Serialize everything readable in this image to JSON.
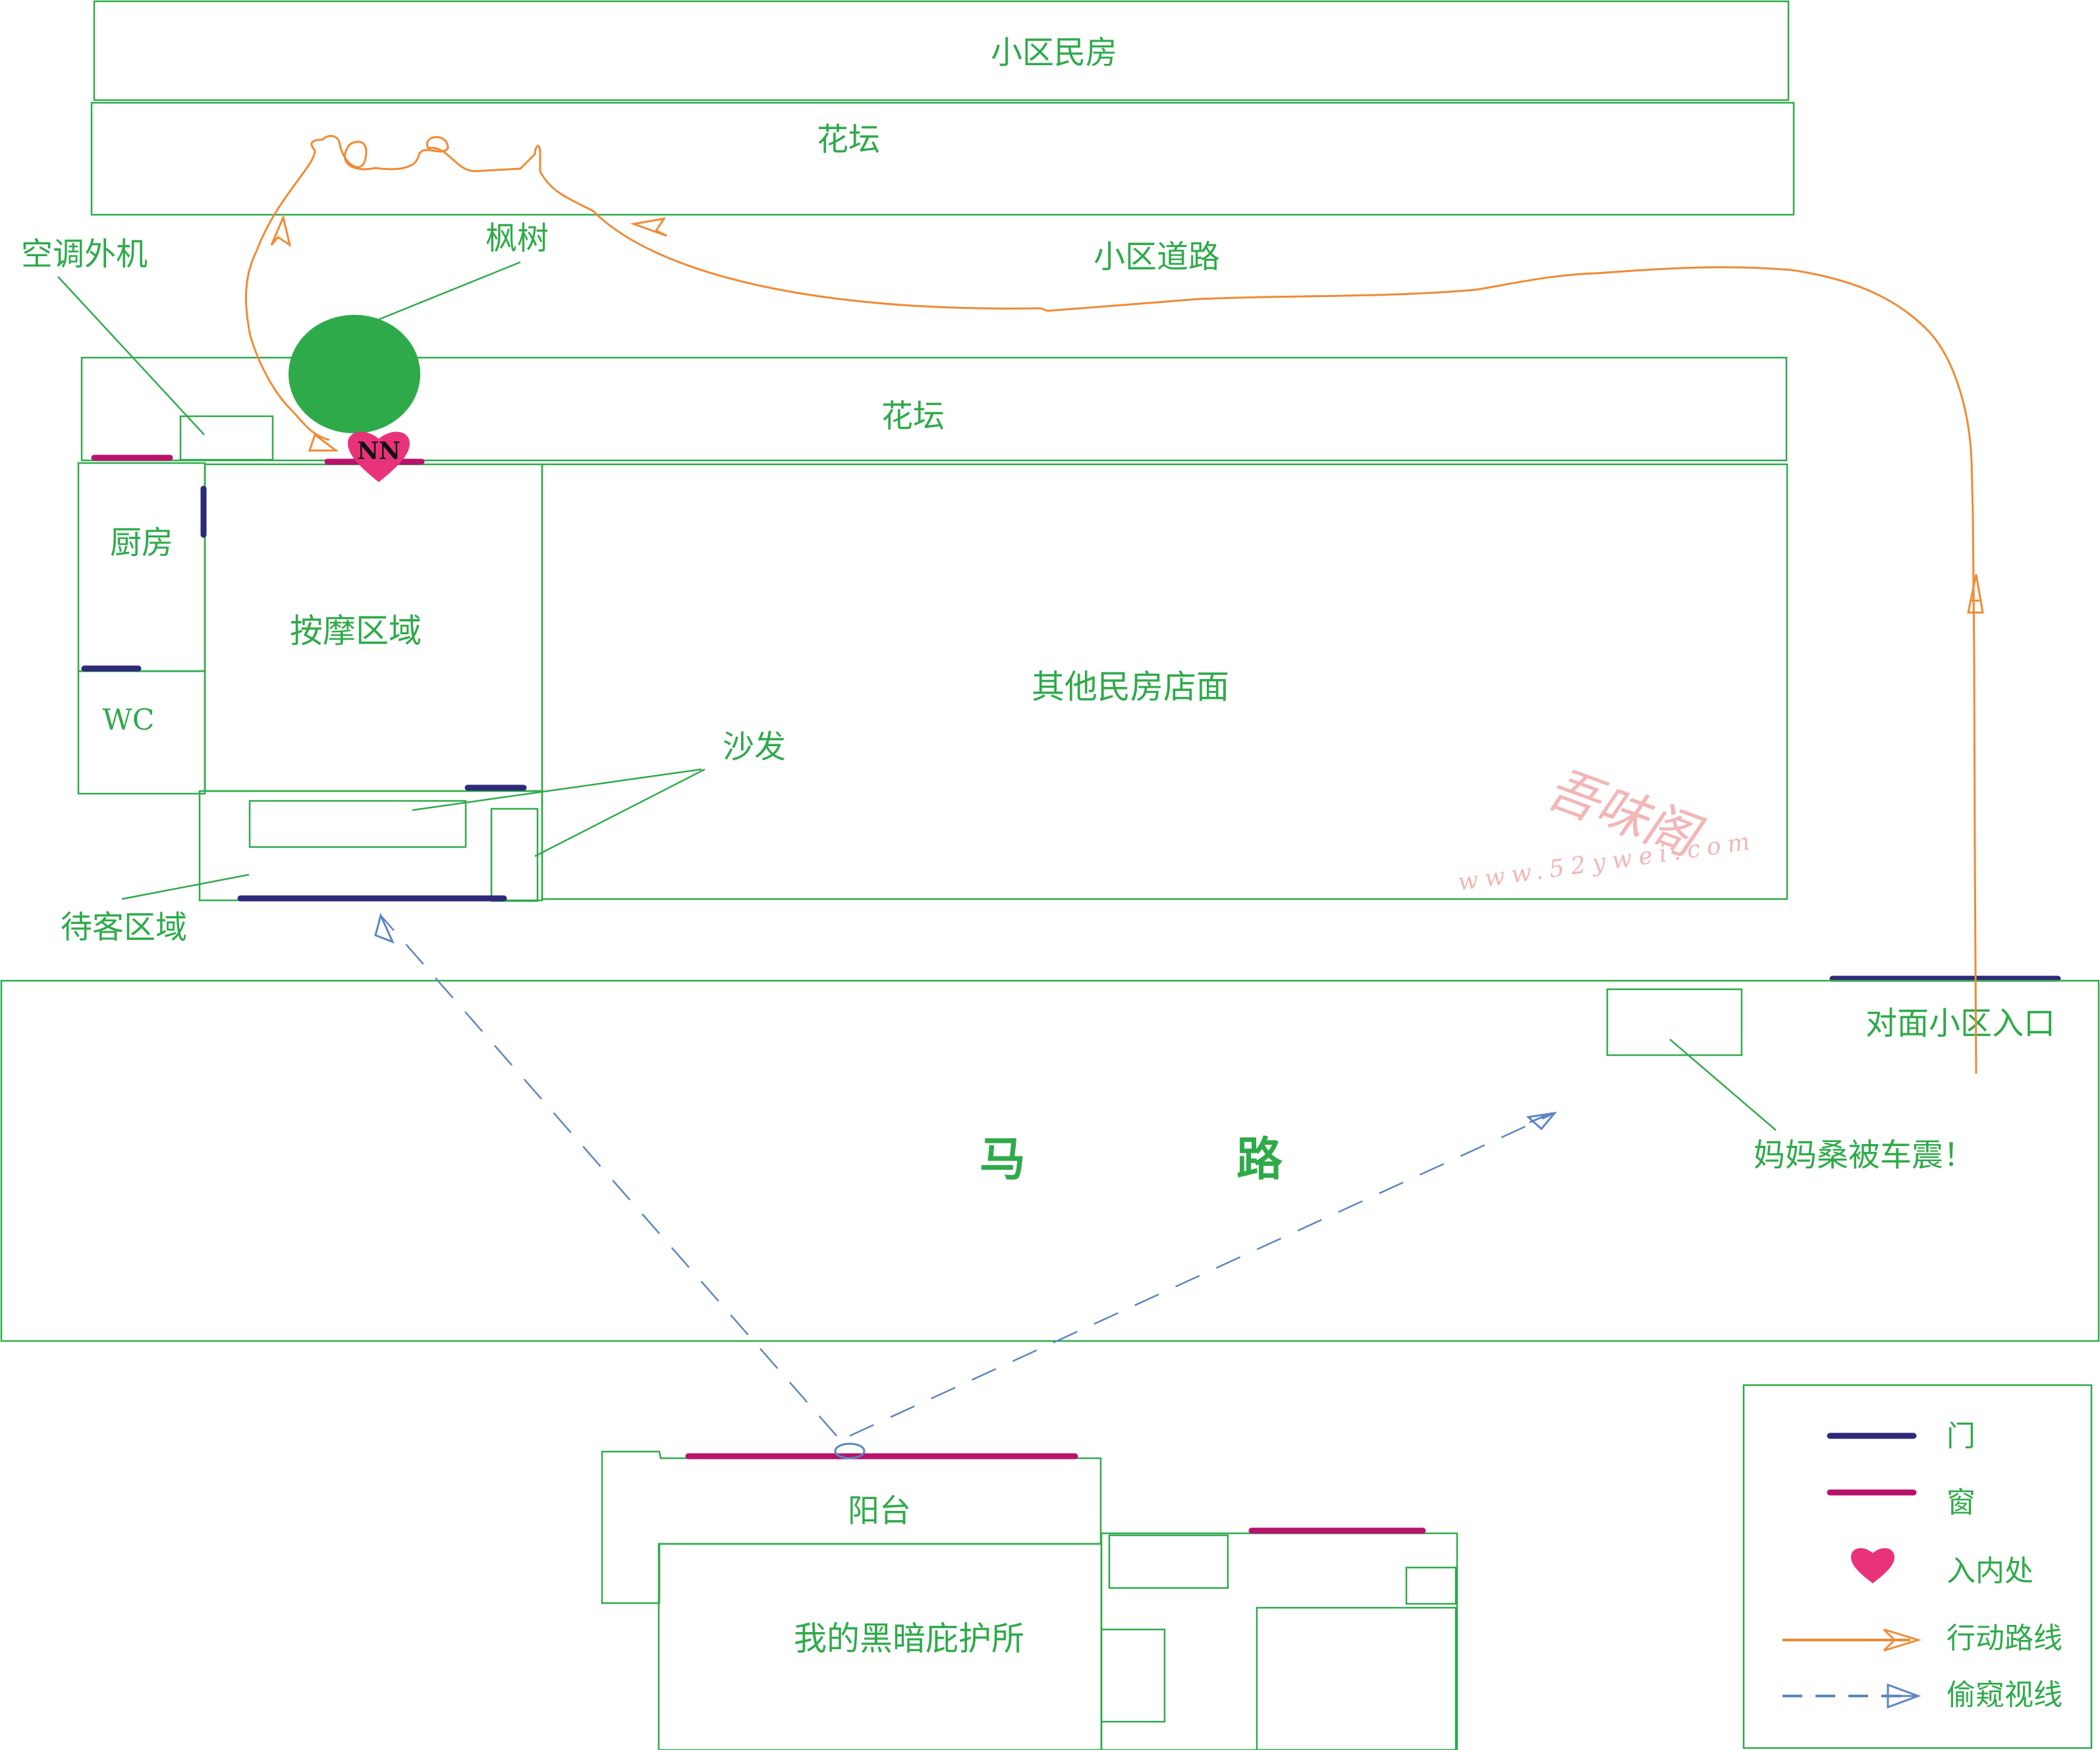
{
  "colors": {
    "line": "#2faa4a",
    "door": "#2e2a78",
    "window": "#b8136a",
    "route": "#f08a34",
    "sight": "#5b86c4",
    "tree": "#2faa4a",
    "heart": "#e8337a"
  },
  "labels": {
    "residential_top": "小区民房",
    "flowerbed_top": "花坛",
    "road_community": "小区道路",
    "ac_unit": "空调外机",
    "maple": "枫树",
    "flowerbed_mid": "花坛",
    "kitchen": "厨房",
    "wc": "WC",
    "massage": "按摩区域",
    "other_shops": "其他民房店面",
    "sofa": "沙发",
    "waiting": "待客区域",
    "road_main_1": "马",
    "road_main_2": "路",
    "opposite_entrance": "对面小区入口",
    "car_shake": "妈妈桑被车震！",
    "balcony": "阳台",
    "shelter": "我的黑暗庇护所",
    "entry_mark": "NN"
  },
  "watermark": {
    "line1": "吾味阁",
    "line2": "www.52ywei.com"
  },
  "legend": {
    "door": "门",
    "window": "窗",
    "entry": "入内处",
    "route": "行动路线",
    "sight": "偷窥视线"
  }
}
